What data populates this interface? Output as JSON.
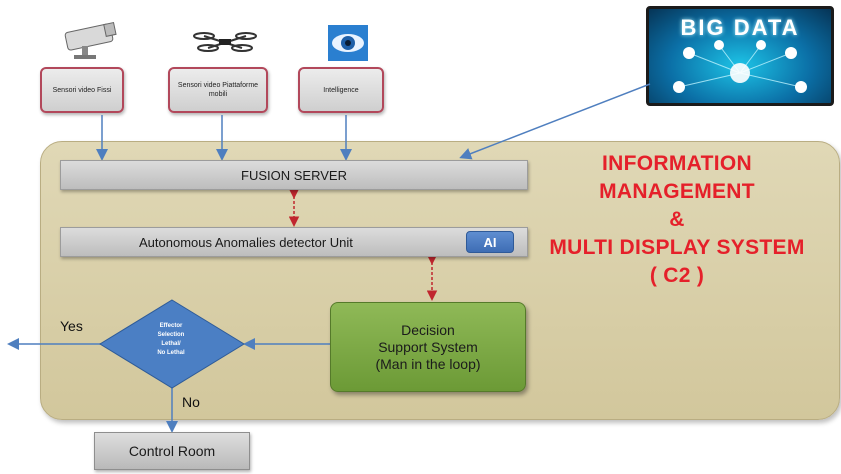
{
  "sensors": [
    {
      "id": "fixed",
      "label": "Sensori video Fissi",
      "icon": "camera-icon"
    },
    {
      "id": "mobile",
      "label": "Sensori video Piattaforme mobili",
      "icon": "drone-icon"
    },
    {
      "id": "intel",
      "label": "Intelligence",
      "icon": "eye-icon"
    }
  ],
  "big_data": {
    "label": "BIG DATA",
    "icon": "network-people-icon"
  },
  "fusion_server": {
    "label": "FUSION SERVER"
  },
  "anomaly_unit": {
    "label": "Autonomous Anomalies detector Unit",
    "badge": "AI"
  },
  "info_management": {
    "line1": "INFORMATION",
    "line2": "MANAGEMENT",
    "line3": "&",
    "line4": "MULTI DISPLAY SYSTEM",
    "line5": "( C2 )",
    "color": "#e5202a"
  },
  "decision_support": {
    "line1": "Decision",
    "line2": "Support System",
    "line3": "(Man in the loop)"
  },
  "effector": {
    "line1": "Effector",
    "line2": "Selection",
    "line3": "Lethal/",
    "line4": "No Lethal"
  },
  "yes_label": "Yes",
  "no_label": "No",
  "control_room": {
    "label": "Control Room"
  },
  "colors": {
    "panel": "#d8cfa8",
    "flow_arrow": "#4f7fbf",
    "feedback_arrow": "#c0262e",
    "decision_green": "#7aa843",
    "diamond_blue": "#4b7fc4"
  }
}
